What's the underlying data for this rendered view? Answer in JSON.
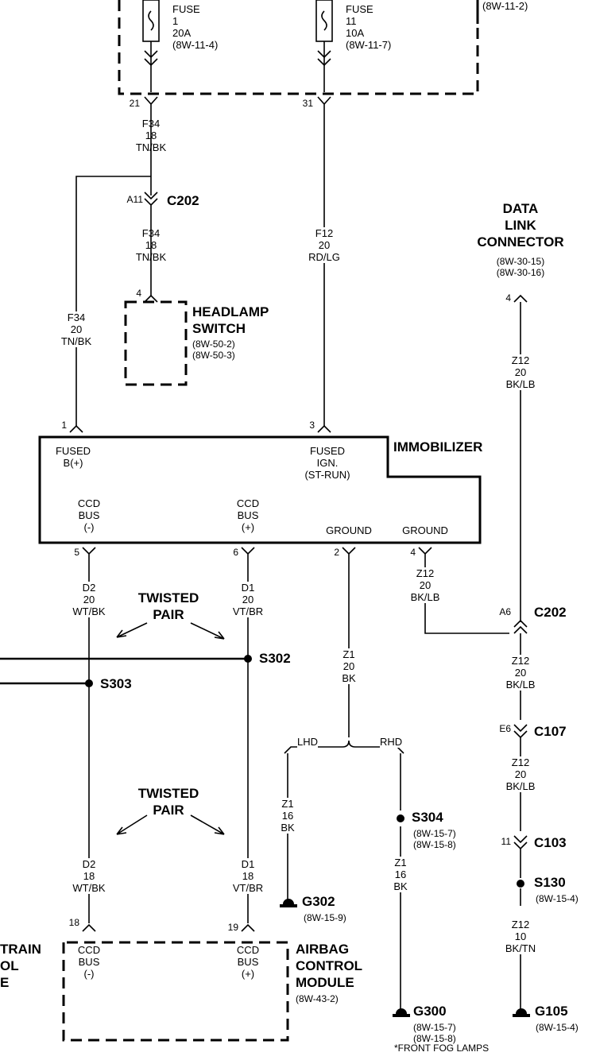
{
  "fuses": {
    "f1": {
      "label": "FUSE",
      "number": "1",
      "rating": "20A",
      "ref": "(8W-11-4)"
    },
    "f11": {
      "label": "FUSE",
      "number": "11",
      "rating": "10A",
      "ref": "(8W-11-7)"
    },
    "top_ref": "(8W-11-2)"
  },
  "pins": {
    "p21": "21",
    "p31": "31",
    "pA11": "A11",
    "p4hs": "4",
    "p1": "1",
    "p3": "3",
    "p5": "5",
    "p6": "6",
    "p2": "2",
    "p4g": "4",
    "pA6": "A6",
    "pE6": "E6",
    "p11": "11",
    "p18": "18",
    "p19": "19",
    "p4dlc": "4"
  },
  "wires": {
    "f34a": [
      "F34",
      "18",
      "TN/BK"
    ],
    "f34b": [
      "F34",
      "18",
      "TN/BK"
    ],
    "f34c": [
      "F34",
      "20",
      "TN/BK"
    ],
    "f12": [
      "F12",
      "20",
      "RD/LG"
    ],
    "z12a": [
      "Z12",
      "20",
      "BK/LB"
    ],
    "d2a": [
      "D2",
      "20",
      "WT/BK"
    ],
    "d1a": [
      "D1",
      "20",
      "VT/BR"
    ],
    "z1a": [
      "Z1",
      "20",
      "BK"
    ],
    "z12b": [
      "Z12",
      "20",
      "BK/LB"
    ],
    "z12c": [
      "Z12",
      "20",
      "BK/LB"
    ],
    "z12d": [
      "Z12",
      "20",
      "BK/LB"
    ],
    "z1lhd": [
      "Z1",
      "16",
      "BK"
    ],
    "z1rhd": [
      "Z1",
      "16",
      "BK"
    ],
    "d2b": [
      "D2",
      "18",
      "WT/BK"
    ],
    "d1b": [
      "D1",
      "18",
      "VT/BR"
    ],
    "z12e": [
      "Z12",
      "10",
      "BK/TN"
    ]
  },
  "connectors": {
    "c202a": "C202",
    "c202b": "C202",
    "c107": "C107",
    "c103": "C103"
  },
  "splices": {
    "s302": "S302",
    "s303": "S303",
    "s304": "S304",
    "s304_refs": [
      "(8W-15-7)",
      "(8W-15-8)"
    ],
    "s130": "S130",
    "s130_ref": "(8W-15-4)"
  },
  "grounds": {
    "g302": "G302",
    "g302_ref": "(8W-15-9)",
    "g300": "G300",
    "g300_refs": [
      "(8W-15-7)",
      "(8W-15-8)"
    ],
    "g105": "G105",
    "g105_ref": "(8W-15-4)"
  },
  "headlamp": {
    "title": [
      "HEADLAMP",
      "SWITCH"
    ],
    "refs": [
      "(8W-50-2)",
      "(8W-50-3)"
    ]
  },
  "dlc": {
    "title": [
      "DATA",
      "LINK",
      "CONNECTOR"
    ],
    "refs": [
      "(8W-30-15)",
      "(8W-30-16)"
    ]
  },
  "immobilizer": {
    "title": "IMMOBILIZER",
    "fused_b": [
      "FUSED",
      "B(+)"
    ],
    "fused_ign": [
      "FUSED",
      "IGN.",
      "(ST-RUN)"
    ],
    "ccd_neg": [
      "CCD",
      "BUS",
      "(-)"
    ],
    "ccd_pos": [
      "CCD",
      "BUS",
      "(+)"
    ],
    "ground1": "GROUND",
    "ground2": "GROUND"
  },
  "twisted1": [
    "TWISTED",
    "PAIR"
  ],
  "twisted2": [
    "TWISTED",
    "PAIR"
  ],
  "lhd": "LHD",
  "rhd": "RHD",
  "airbag": {
    "title": [
      "AIRBAG",
      "CONTROL",
      "MODULE"
    ],
    "ref": "(8W-43-2)",
    "ccd_neg": [
      "CCD",
      "BUS",
      "(-)"
    ],
    "ccd_pos": [
      "CCD",
      "BUS",
      "(+)"
    ]
  },
  "pcm_partial": [
    "TRAIN",
    "OL",
    "E"
  ],
  "footnote": "*FRONT FOG LAMPS"
}
